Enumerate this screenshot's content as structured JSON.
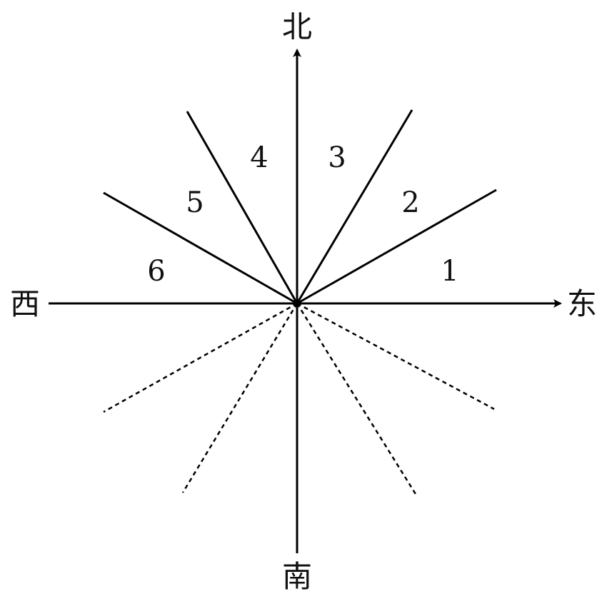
{
  "directions": {
    "north": "北",
    "east": "东",
    "south": "南",
    "west": "西"
  },
  "sectors": [
    "1",
    "2",
    "3",
    "4",
    "5",
    "6"
  ]
}
